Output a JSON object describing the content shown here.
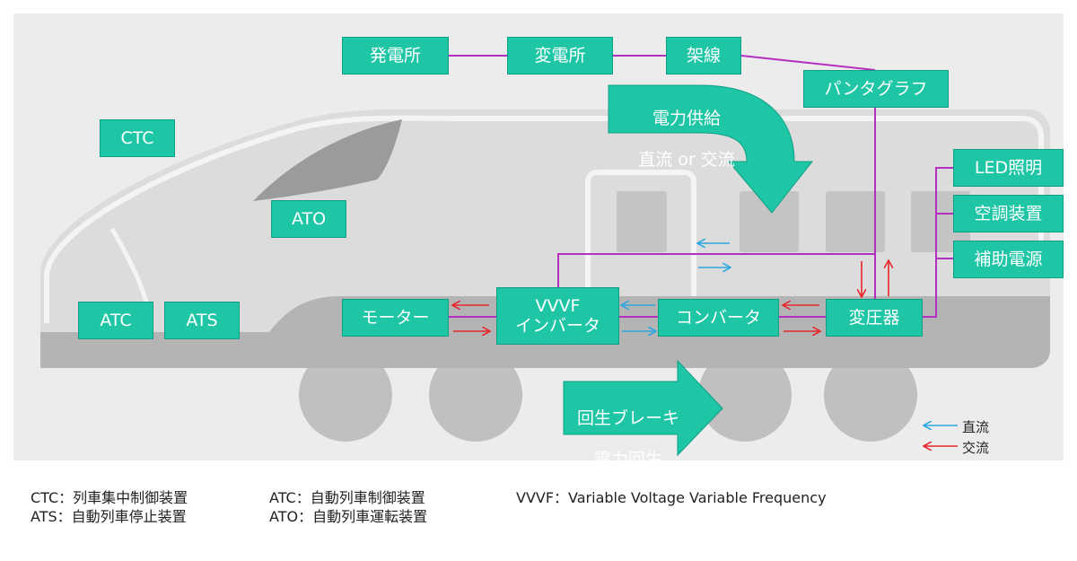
{
  "power_sources": {
    "generation": "発電所",
    "substation": "変電所",
    "overhead_line": "架線",
    "pantograph": "パンタグラフ"
  },
  "supply_arrow": {
    "line1": "電力供給",
    "line2": "直流 or 交流"
  },
  "regen_arrow": {
    "line1": "回生ブレーキ",
    "line2": "電力回生"
  },
  "control_boxes": {
    "ctc": "CTC",
    "ato": "ATO",
    "atc": "ATC",
    "ats": "ATS"
  },
  "drive_chain": {
    "motor": "モーター",
    "vvvf": "VVVF\nインバータ",
    "converter": "コンバータ",
    "transformer": "変圧器"
  },
  "auxiliary": {
    "led": "LED照明",
    "aircon": "空調装置",
    "aux_power": "補助電源"
  },
  "legend": {
    "dc": "直流",
    "ac": "交流",
    "dc_color": "#2aa7e0",
    "ac_color": "#e8262b"
  },
  "notes": {
    "ctc": "CTC：列車集中制御装置",
    "ats": "ATS：自動列車停止装置",
    "atc": "ATC：自動列車制御装置",
    "ato": "ATO：自動列車運転装置",
    "vvvf": "VVVF：Variable Voltage Variable Frequency"
  },
  "colors": {
    "box_fill": "#1ec6a6",
    "wire": "#b42fc0",
    "train_body": "#dcdcdc",
    "train_band": "#b4b4b4"
  }
}
